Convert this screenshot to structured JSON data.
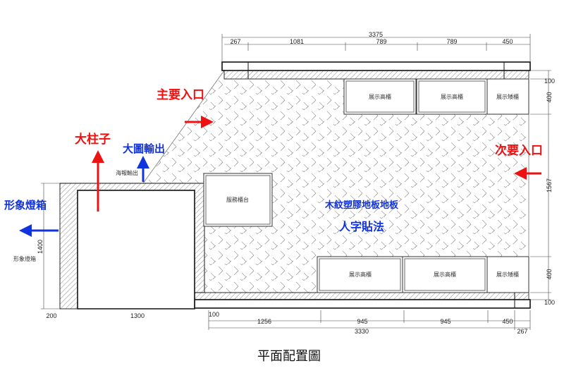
{
  "title": "平面配置圖",
  "colors": {
    "red": "#ee1111",
    "blue": "#1133dd",
    "line": "#111111"
  },
  "annotations": {
    "main_entrance": "主要入口",
    "secondary_entrance": "次要入口",
    "big_column": "大柱子",
    "big_print": "大圖輸出",
    "lightbox_big": "形象燈箱",
    "floor_material": "木紋塑膠地板地板",
    "floor_pattern": "人字貼法"
  },
  "labels": {
    "top_cabinets": [
      "展示高櫃",
      "展示高櫃",
      "展示矮櫃"
    ],
    "bottom_cabinets": [
      "展示高櫃",
      "展示高櫃",
      "展示矮櫃"
    ],
    "service_counter": "服務櫃台",
    "poster_print": "海報輸出",
    "lightbox_small": "形象燈箱"
  },
  "dimensions": {
    "top_total": "3375",
    "top": [
      "267",
      "1081",
      "789",
      "789",
      "450"
    ],
    "right": [
      "100",
      "400",
      "1567",
      "400",
      "100"
    ],
    "left": "1400",
    "bottom_upper": [
      "200",
      "1300",
      "100"
    ],
    "bottom_middle": [
      "1256",
      "945",
      "945",
      "450"
    ],
    "bottom_total": "3330",
    "bottom_right": "267"
  }
}
